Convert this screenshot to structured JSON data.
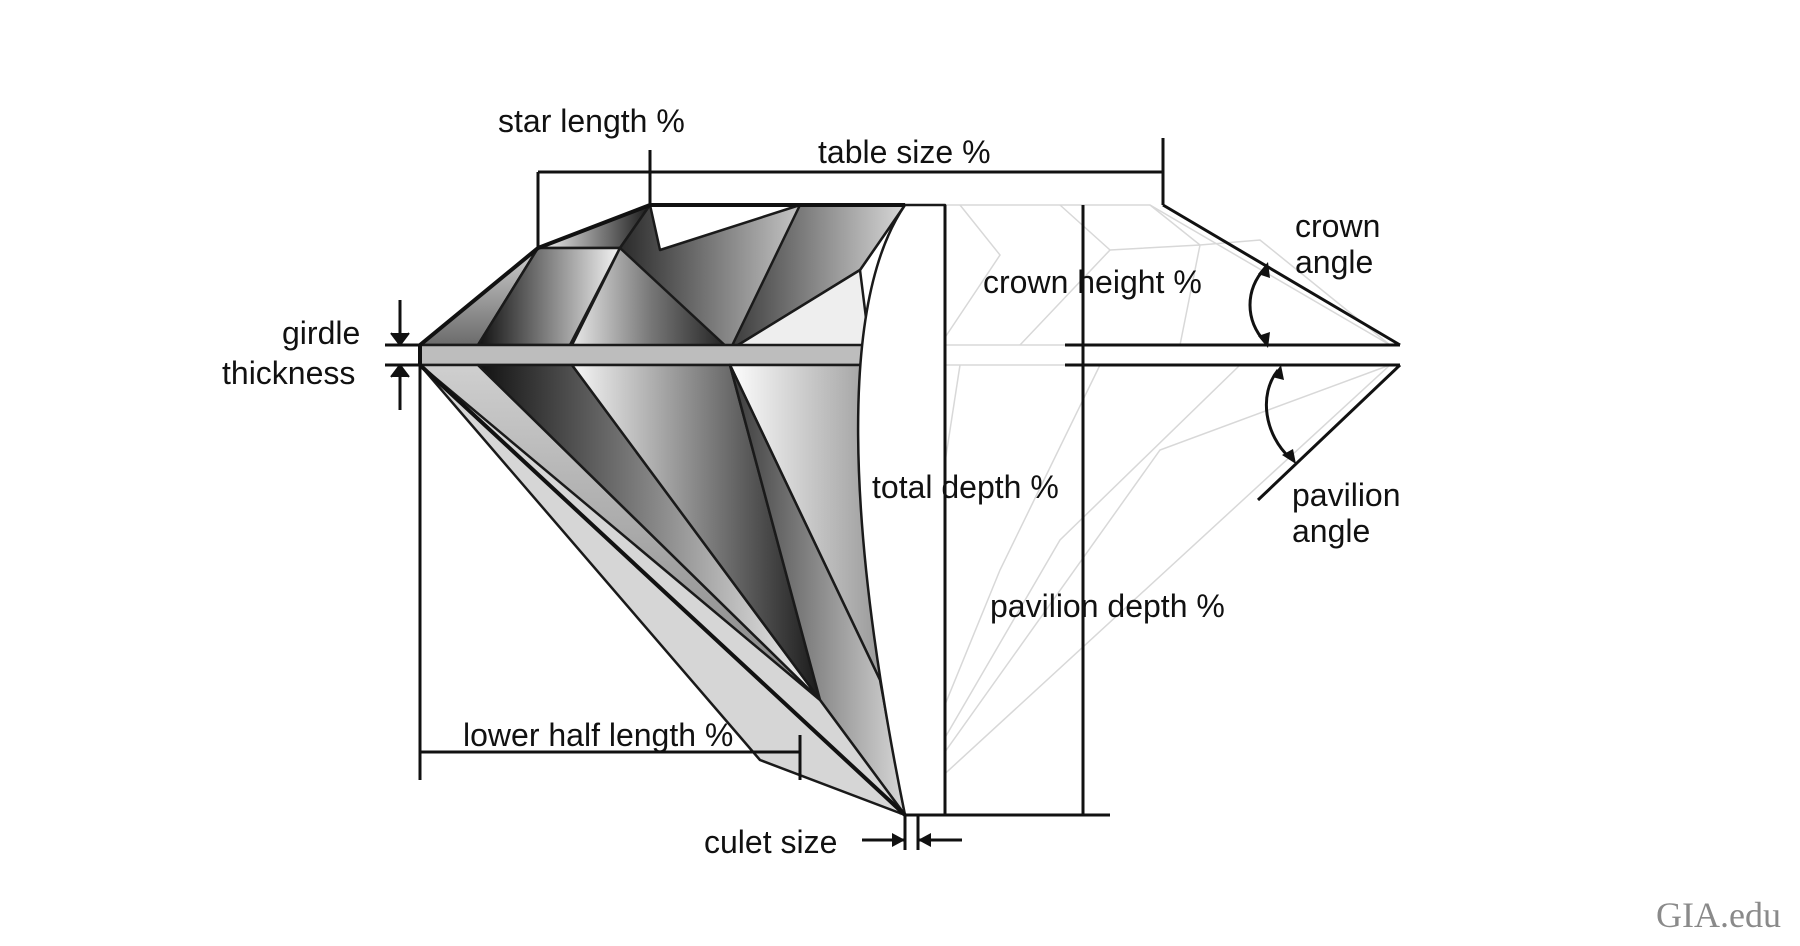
{
  "labels": {
    "star_length": "star length %",
    "table_size": "table size %",
    "crown_angle_line1": "crown",
    "crown_angle_line2": "angle",
    "crown_height": "crown height %",
    "girdle_line1": "girdle",
    "girdle_line2": "thickness",
    "total_depth": "total depth %",
    "pavilion_angle_line1": "pavilion",
    "pavilion_angle_line2": "angle",
    "pavilion_depth": "pavilion depth %",
    "lower_half_length": "lower half length %",
    "culet_size": "culet size"
  },
  "credit": "GIA.edu",
  "colors": {
    "ink": "#111111",
    "ghost_outline": "#d8d8d8",
    "credit": "#8a8a8a"
  }
}
